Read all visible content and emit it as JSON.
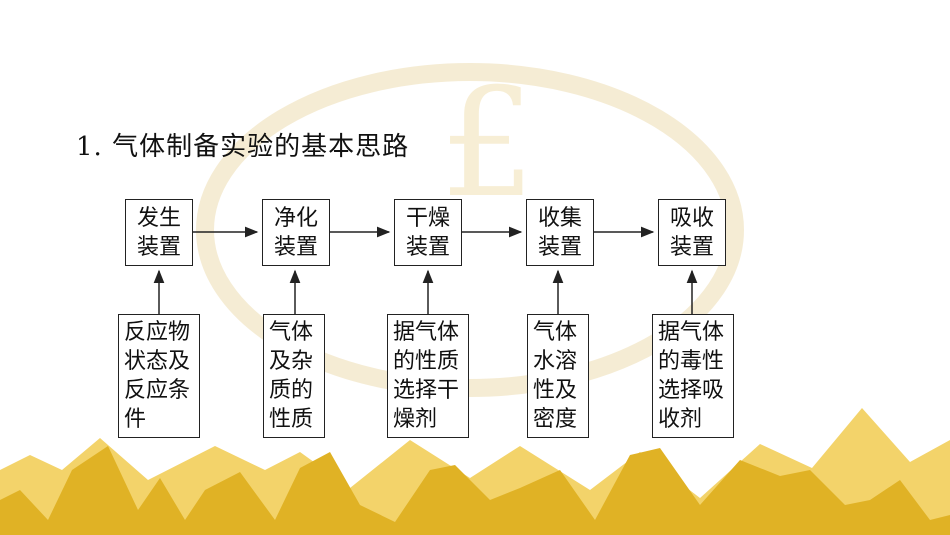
{
  "colors": {
    "mountain_dark": "#e0b225",
    "mountain_light": "#f3d36a",
    "ring": "#f1e6c6",
    "box_border": "#222222"
  },
  "watermark": {
    "symbol": "£"
  },
  "title": "1. 气体制备实验的基本思路",
  "flow": {
    "stages": [
      {
        "lines": [
          "发生",
          "装置"
        ]
      },
      {
        "lines": [
          "净化",
          "装置"
        ]
      },
      {
        "lines": [
          "干燥",
          "装置"
        ]
      },
      {
        "lines": [
          "收集",
          "装置"
        ]
      },
      {
        "lines": [
          "吸收",
          "装置"
        ]
      }
    ],
    "conditions": [
      {
        "lines": [
          "反应物",
          "状态及",
          "反应条",
          "件"
        ]
      },
      {
        "lines": [
          "气体",
          "及杂",
          "质的",
          "性质"
        ]
      },
      {
        "lines": [
          "据气体",
          "的性质",
          "选择干",
          "燥剂"
        ]
      },
      {
        "lines": [
          "气体",
          "水溶",
          "性及",
          "密度"
        ]
      },
      {
        "lines": [
          "据气体",
          "的毒性",
          "选择吸",
          "收剂"
        ]
      }
    ]
  }
}
